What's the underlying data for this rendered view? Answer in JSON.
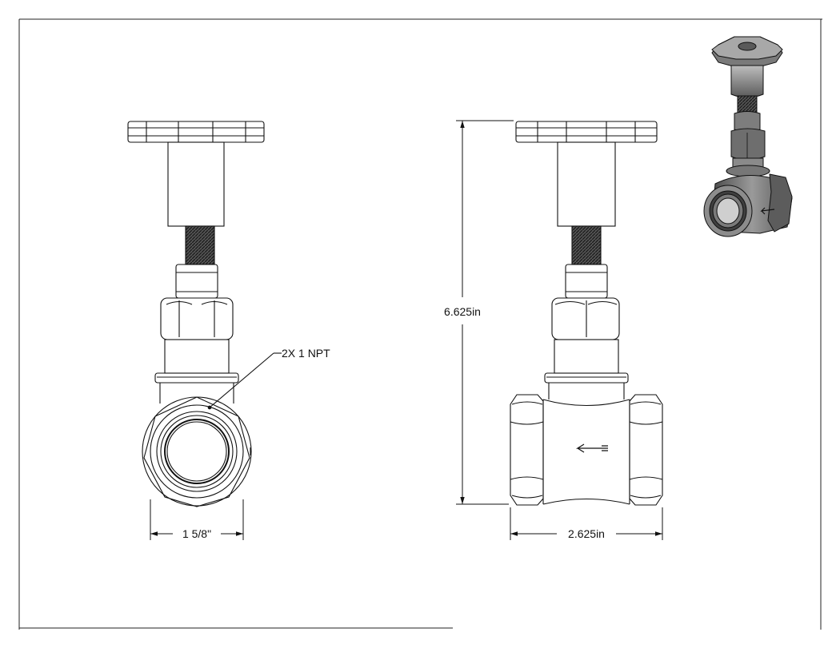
{
  "drawing": {
    "callout_ports": "2X 1 NPT",
    "dim_width_front": "1 5/8\"",
    "dim_height_side": "6.625in",
    "dim_width_side": "2.625in"
  },
  "views": {
    "front": "front-view",
    "side": "side-view",
    "iso": "isometric-view"
  },
  "colors": {
    "line": "#111111",
    "shade_light": "#cfcfcf",
    "shade_dark": "#6a6a6a"
  }
}
